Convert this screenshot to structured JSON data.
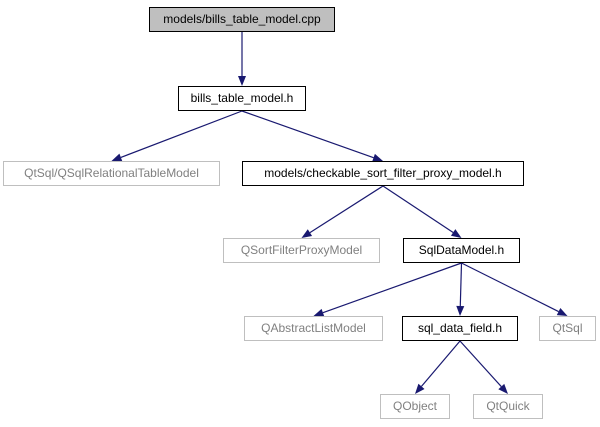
{
  "diagram": {
    "colors": {
      "edge": "#191970",
      "root_fill": "#bfbfbf",
      "node_border": "#000000",
      "external_border": "#bfbfbf",
      "external_text": "#808080"
    },
    "nodes": [
      {
        "id": "bills_table_model_cpp",
        "label": "models/bills_table_model.cpp",
        "kind": "root"
      },
      {
        "id": "bills_table_model_h",
        "label": "bills_table_model.h",
        "kind": "local"
      },
      {
        "id": "qsqlrelationaltablemodel",
        "label": "QtSql/QSqlRelationalTableModel",
        "kind": "external"
      },
      {
        "id": "checkable_sort_filter_proxy_model_h",
        "label": "models/checkable_sort_filter_proxy_model.h",
        "kind": "local"
      },
      {
        "id": "qsortfilterproxymodel",
        "label": "QSortFilterProxyModel",
        "kind": "external"
      },
      {
        "id": "sqldatamodel_h",
        "label": "SqlDataModel.h",
        "kind": "local"
      },
      {
        "id": "qabstractlistmodel",
        "label": "QAbstractListModel",
        "kind": "external"
      },
      {
        "id": "sql_data_field_h",
        "label": "sql_data_field.h",
        "kind": "local"
      },
      {
        "id": "qtsql",
        "label": "QtSql",
        "kind": "external"
      },
      {
        "id": "qobject",
        "label": "QObject",
        "kind": "external"
      },
      {
        "id": "qtquick",
        "label": "QtQuick",
        "kind": "external"
      }
    ],
    "edges": [
      {
        "from": "bills_table_model_cpp",
        "to": "bills_table_model_h"
      },
      {
        "from": "bills_table_model_h",
        "to": "qsqlrelationaltablemodel"
      },
      {
        "from": "bills_table_model_h",
        "to": "checkable_sort_filter_proxy_model_h"
      },
      {
        "from": "checkable_sort_filter_proxy_model_h",
        "to": "qsortfilterproxymodel"
      },
      {
        "from": "checkable_sort_filter_proxy_model_h",
        "to": "sqldatamodel_h"
      },
      {
        "from": "sqldatamodel_h",
        "to": "qabstractlistmodel"
      },
      {
        "from": "sqldatamodel_h",
        "to": "sql_data_field_h"
      },
      {
        "from": "sqldatamodel_h",
        "to": "qtsql"
      },
      {
        "from": "sql_data_field_h",
        "to": "qobject"
      },
      {
        "from": "sql_data_field_h",
        "to": "qtquick"
      }
    ]
  }
}
